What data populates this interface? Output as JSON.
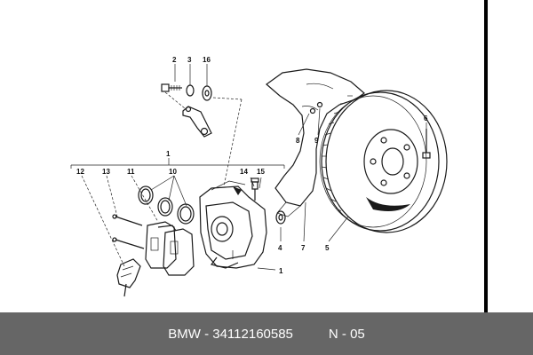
{
  "labels": {
    "l1a": "1",
    "l1b": "1",
    "l2": "2",
    "l3": "3",
    "l4": "4",
    "l5": "5",
    "l6": "6",
    "l7": "7",
    "l8": "8",
    "l9": "9",
    "l10": "10",
    "l11": "11",
    "l12": "12",
    "l13": "13",
    "l14": "14",
    "l15": "15",
    "l16": "16"
  },
  "footer": {
    "brand": "BMW",
    "part_number": "34112160585",
    "diagram_code": "N - 05"
  },
  "colors": {
    "footer_bg": "#666666",
    "line": "#1a1a1a",
    "edge_bar": "#000000"
  }
}
